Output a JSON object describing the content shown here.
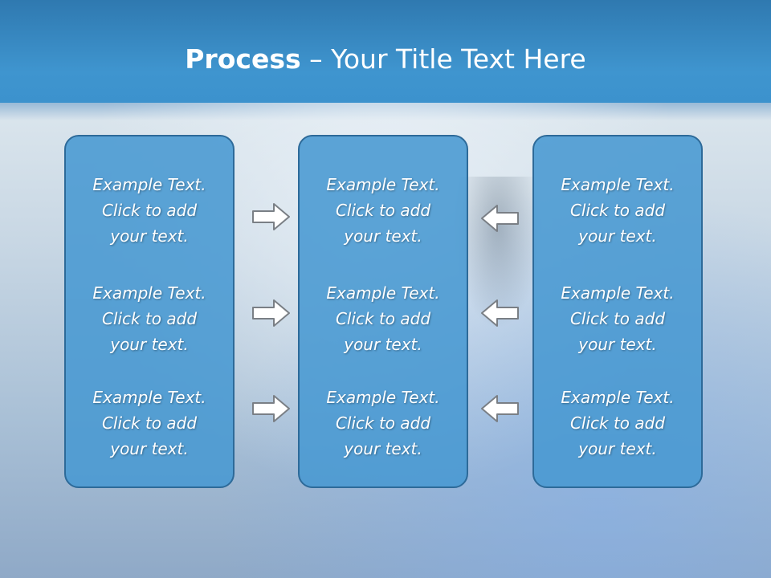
{
  "slide": {
    "title_bold": "Process",
    "title_rest": " – Your Title Text Here"
  },
  "panels": [
    {
      "blocks": [
        {
          "line1": "Example Text.",
          "line2": "Click  to add",
          "line3": "your text."
        },
        {
          "line1": "Example Text.",
          "line2": "Click  to add",
          "line3": "your text."
        },
        {
          "line1": "Example Text.",
          "line2": "Click  to add",
          "line3": "your text."
        }
      ]
    },
    {
      "blocks": [
        {
          "line1": "Example Text.",
          "line2": "Click  to add",
          "line3": "your text."
        },
        {
          "line1": "Example Text.",
          "line2": "Click  to add",
          "line3": "your text."
        },
        {
          "line1": "Example Text.",
          "line2": "Click  to add",
          "line3": "your text."
        }
      ]
    },
    {
      "blocks": [
        {
          "line1": "Example Text.",
          "line2": "Click  to add",
          "line3": "your text."
        },
        {
          "line1": "Example Text.",
          "line2": "Click  to add",
          "line3": "your text."
        },
        {
          "line1": "Example Text.",
          "line2": "Click  to add",
          "line3": "your text."
        }
      ]
    }
  ],
  "arrows": {
    "left_column": "arrow-right-icon",
    "right_column": "arrow-left-icon"
  },
  "colors": {
    "header": "#3f95cf",
    "panel_fill": "#4899d1",
    "panel_border": "#2d6a99",
    "text": "#ffffff"
  }
}
